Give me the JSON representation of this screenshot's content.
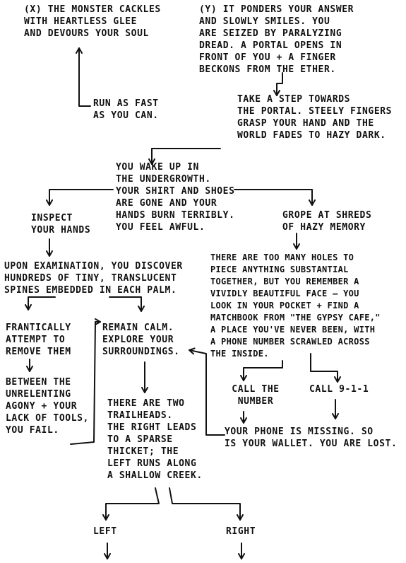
{
  "nodes": {
    "monster": "(x) The monster cackles\nwith heartless glee\nand devours your soul",
    "ponders": "(y) It ponders your answer\nand slowly smiles. You\nare seized by paralyzing\ndread. A portal opens in\nfront of you + a finger\nbeckons from the ether.",
    "run": "Run as fast\nas you can.",
    "step": "Take a step towards\nthe portal. Steely fingers\ngrasp your hand and the\nworld fades to hazy dark.",
    "wake": "You wake up in\nthe undergrowth.\nYour shirt and shoes\nare gone and your\nhands burn terribly.\nYou feel awful.",
    "inspect": "Inspect\nyour hands",
    "grope": "Grope at shreds\nof hazy memory",
    "examination": "Upon examination, you discover\nhundreds of tiny, translucent\nspines embedded in each palm.",
    "holes": "There are too many holes to\npiece anything substantial\ntogether, but you remember a\nvividly beautiful face — you\nlook in your pocket + find a\nmatchbook from \"The Gypsy Cafe,\"\na place you've never been, with\na phone number scrawled across\nthe inside.",
    "frantically": "Frantically\nattempt to\nremove them",
    "calm": "Remain calm.\nExplore your\nsurroundings.",
    "between": "Between the\nunrelenting\nagony + your\nlack of tools,\nyou fail.",
    "call_number": "Call the\nnumber",
    "call_911": "Call 9-1-1",
    "trailheads": "There are two\ntrailheads.\nThe right leads\nto a sparse\nthicket; the\nleft runs along\na shallow creek.",
    "phone_missing": "Your phone is missing. So\nis your wallet. You are lost.",
    "left": "Left",
    "right": "Right"
  }
}
